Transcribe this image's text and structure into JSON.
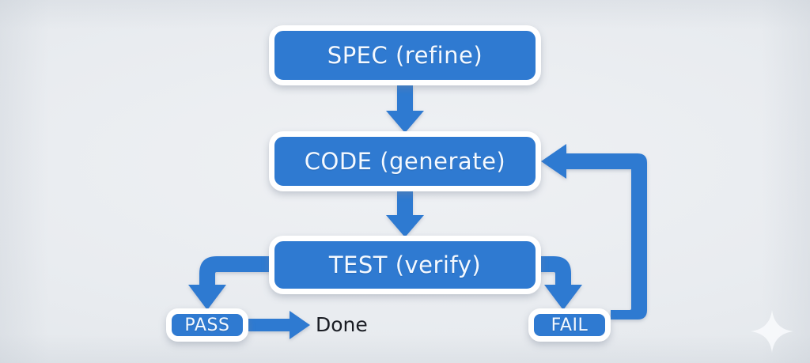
{
  "diagram": {
    "title": "SPEC CODE TEST verification loop",
    "background_color": "#eaedf1",
    "node_fill_color": "#2f7ad1",
    "node_border_color": "#ffffff",
    "edge_color": "#2f7ad1",
    "label_color": "#f4f9ff",
    "nodes": [
      {
        "id": "spec",
        "label": "SPEC (refine)",
        "shape": "rounded-rect",
        "size": "large"
      },
      {
        "id": "code",
        "label": "CODE (generate)",
        "shape": "rounded-rect",
        "size": "large"
      },
      {
        "id": "test",
        "label": "TEST (verify)",
        "shape": "rounded-rect",
        "size": "large"
      },
      {
        "id": "pass",
        "label": "PASS",
        "shape": "rounded-rect",
        "size": "small"
      },
      {
        "id": "fail",
        "label": "FAIL",
        "shape": "rounded-rect",
        "size": "small"
      }
    ],
    "terminal_labels": [
      {
        "id": "done",
        "label": "Done"
      }
    ],
    "edges": [
      {
        "id": "spec-to-code",
        "from": "spec",
        "from_side": "bottom",
        "to": "code",
        "to_side": "top",
        "routing": "straight-down",
        "arrowhead": "down",
        "label": ""
      },
      {
        "id": "code-to-test",
        "from": "code",
        "from_side": "bottom",
        "to": "test",
        "to_side": "top",
        "routing": "straight-down",
        "arrowhead": "down",
        "label": ""
      },
      {
        "id": "test-to-pass",
        "from": "test",
        "from_side": "left",
        "to": "pass",
        "to_side": "top",
        "routing": "left-then-down",
        "arrowhead": "down",
        "label": ""
      },
      {
        "id": "test-to-fail",
        "from": "test",
        "from_side": "right",
        "to": "fail",
        "to_side": "top",
        "routing": "right-then-down",
        "arrowhead": "down",
        "label": ""
      },
      {
        "id": "pass-to-done",
        "from": "pass",
        "from_side": "right",
        "to": "done",
        "to_side": "left",
        "routing": "straight-right",
        "arrowhead": "right",
        "label": ""
      },
      {
        "id": "fail-to-code",
        "from": "fail",
        "from_side": "right",
        "to": "code",
        "to_side": "right",
        "routing": "right-up-left-feedback",
        "arrowhead": "left",
        "label": ""
      }
    ],
    "decoration": {
      "sparkle": "sparkle-icon"
    }
  }
}
